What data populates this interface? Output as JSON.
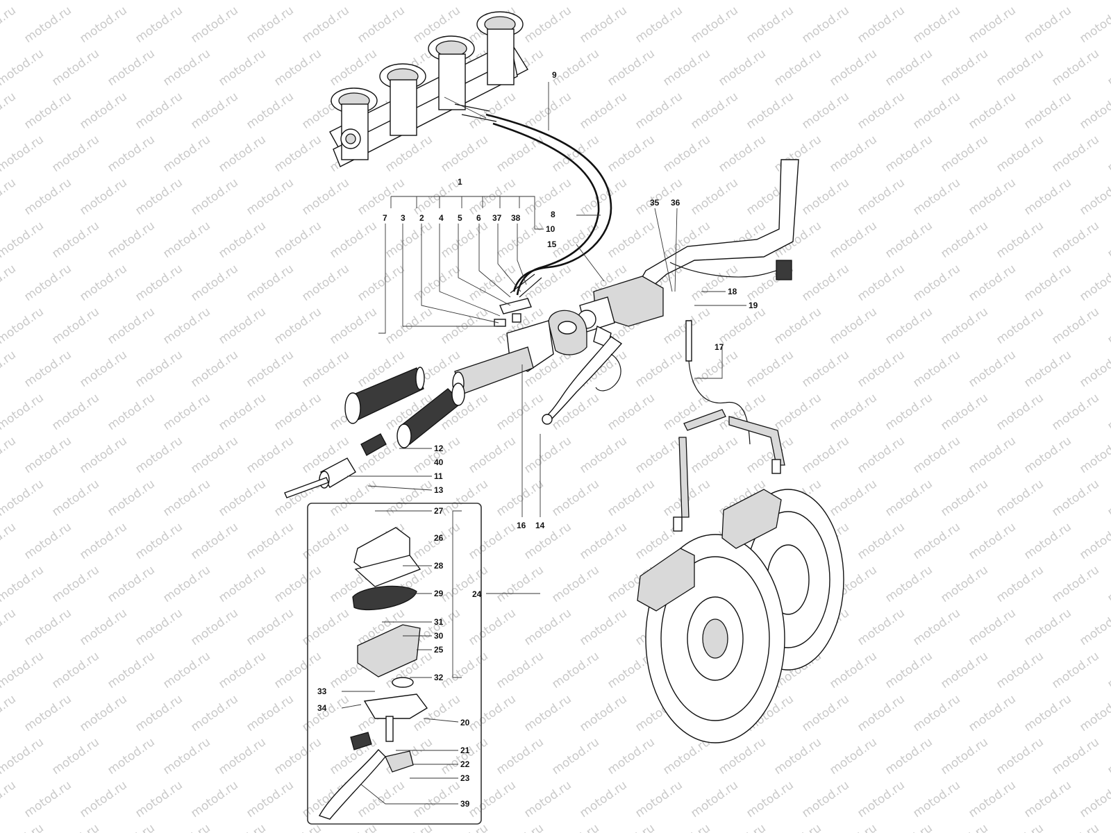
{
  "watermark": {
    "text": "motod.ru"
  },
  "callouts": [
    "1",
    "2",
    "3",
    "4",
    "5",
    "6",
    "7",
    "8",
    "9",
    "10",
    "11",
    "12",
    "13",
    "14",
    "15",
    "16",
    "17",
    "18",
    "19",
    "20",
    "21",
    "22",
    "23",
    "24",
    "25",
    "26",
    "27",
    "28",
    "29",
    "30",
    "31",
    "32",
    "33",
    "34",
    "35",
    "36",
    "37",
    "38",
    "39",
    "40"
  ],
  "icons": [
    "throttle-body-icon",
    "handlebar-icon",
    "brake-disc-icon",
    "brake-caliper-icon",
    "master-cylinder-icon",
    "grip-icon",
    "lever-icon"
  ],
  "colors": {
    "ink": "#111111",
    "watermark": "#c9c9c9",
    "paper": "#ffffff"
  }
}
